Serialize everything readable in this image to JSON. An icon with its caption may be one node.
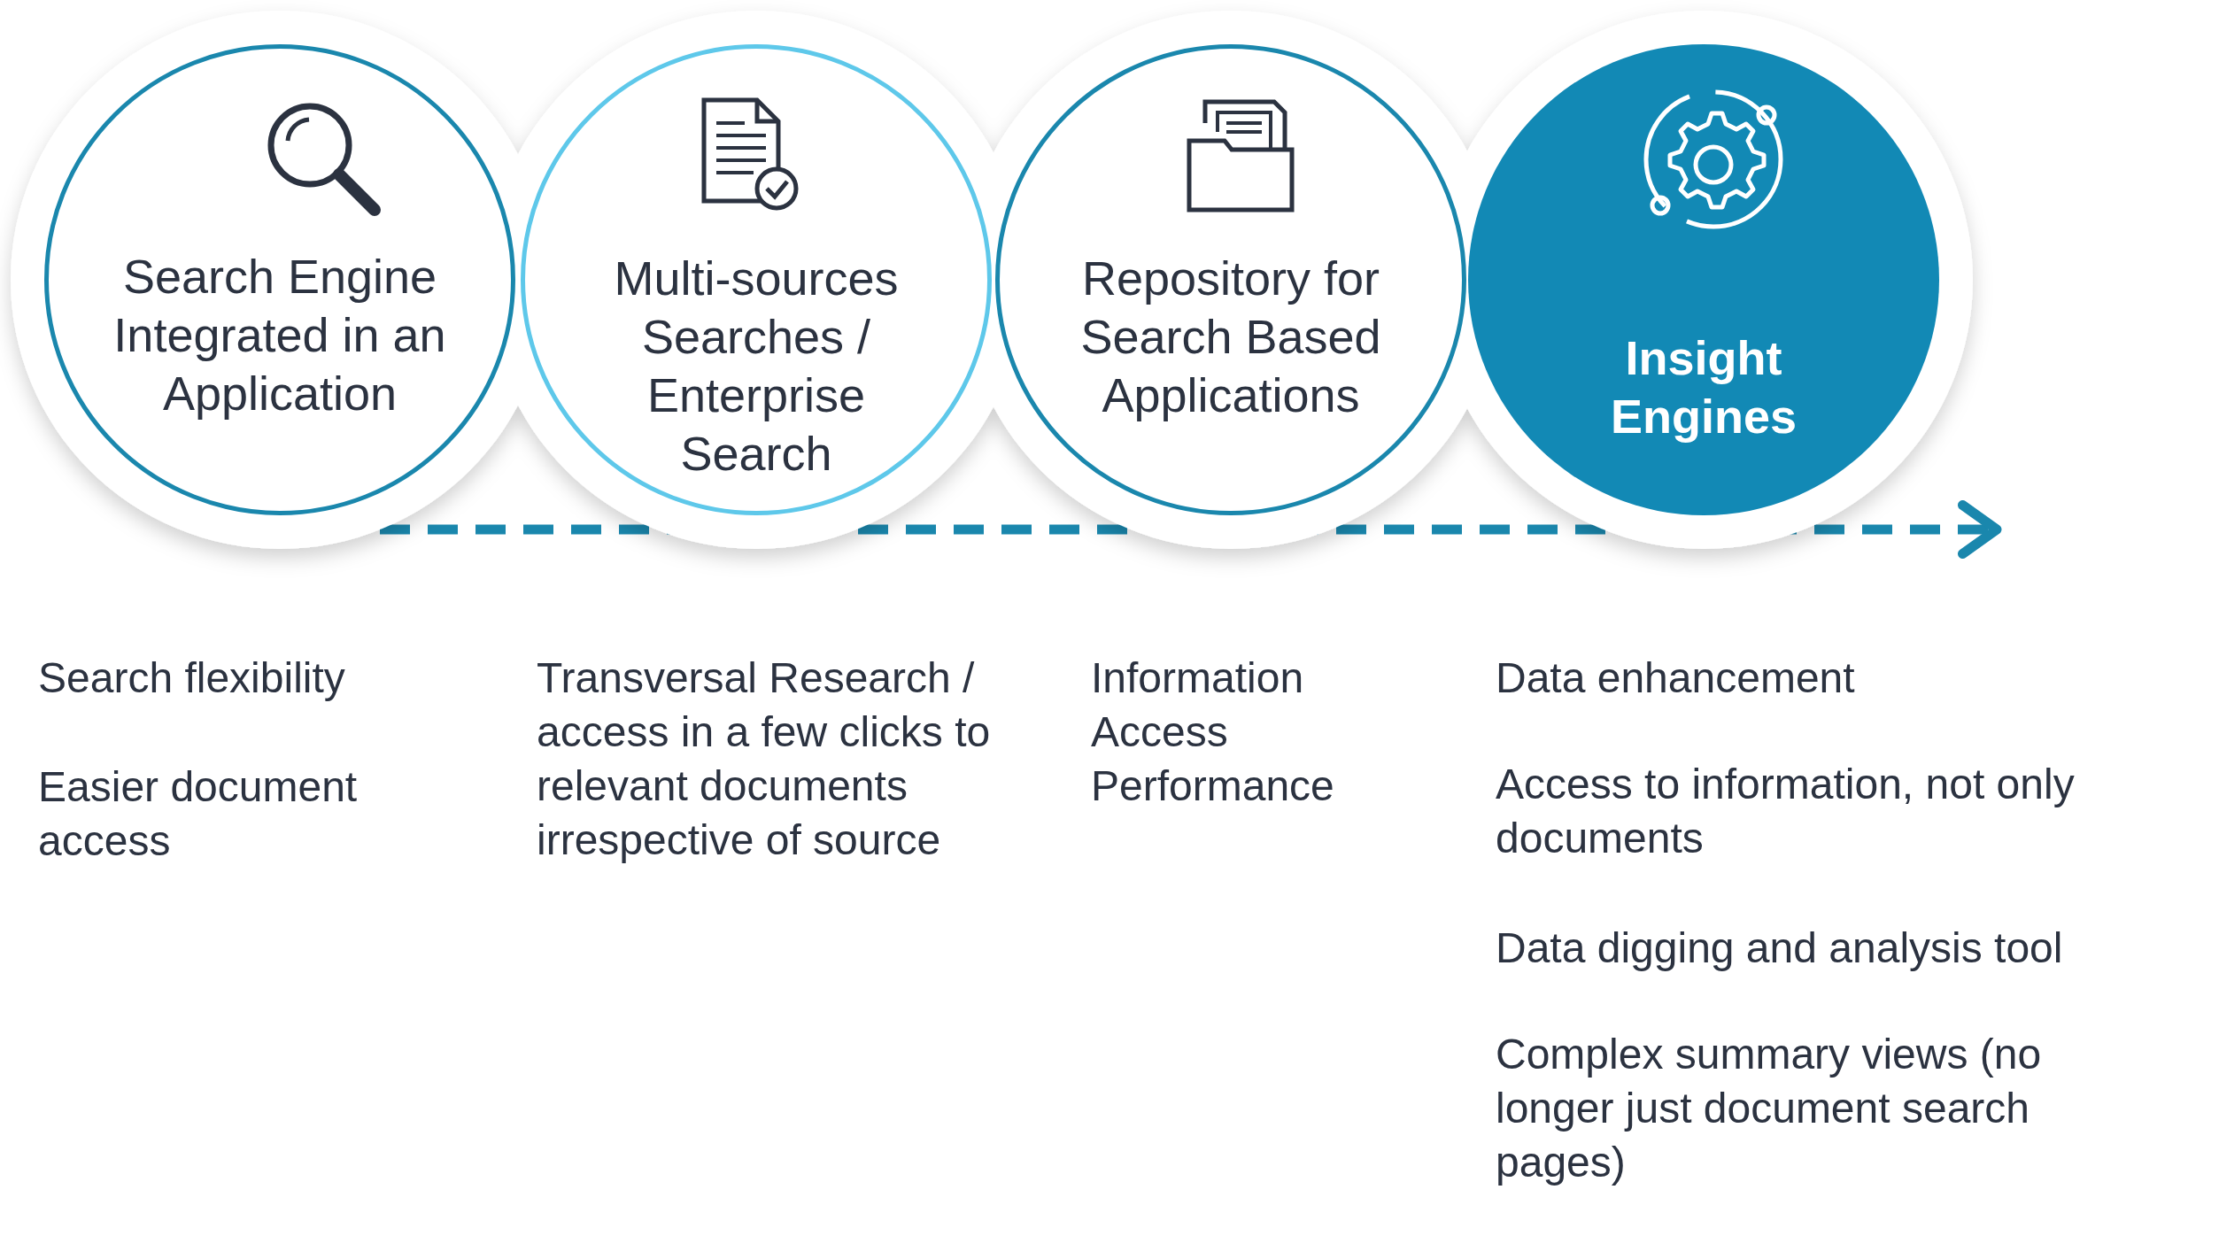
{
  "diagram": {
    "nodes": [
      {
        "text": [
          "Search Engine Integrated in an Application"
        ]
      },
      {
        "text": [
          "Multi-sources Searches / Enterprise Search"
        ]
      },
      {
        "text": [
          "Repository for Search Based Applications"
        ]
      },
      {
        "text": [
          "Insight Engines"
        ]
      }
    ],
    "edges": [
      {
        "from": 0,
        "to": 3,
        "arrow": "to",
        "style": "dashed"
      }
    ],
    "labels": [
      "Search flexibility",
      "Easier document access",
      "Transversal Research / access in a few clicks to relevant documents irrespective of source",
      "Information Access Performance",
      "Data enhancement",
      "Access to information, not only documents",
      "Data digging and analysis tool",
      "Complex summary views (no longer just document search pages)"
    ]
  }
}
